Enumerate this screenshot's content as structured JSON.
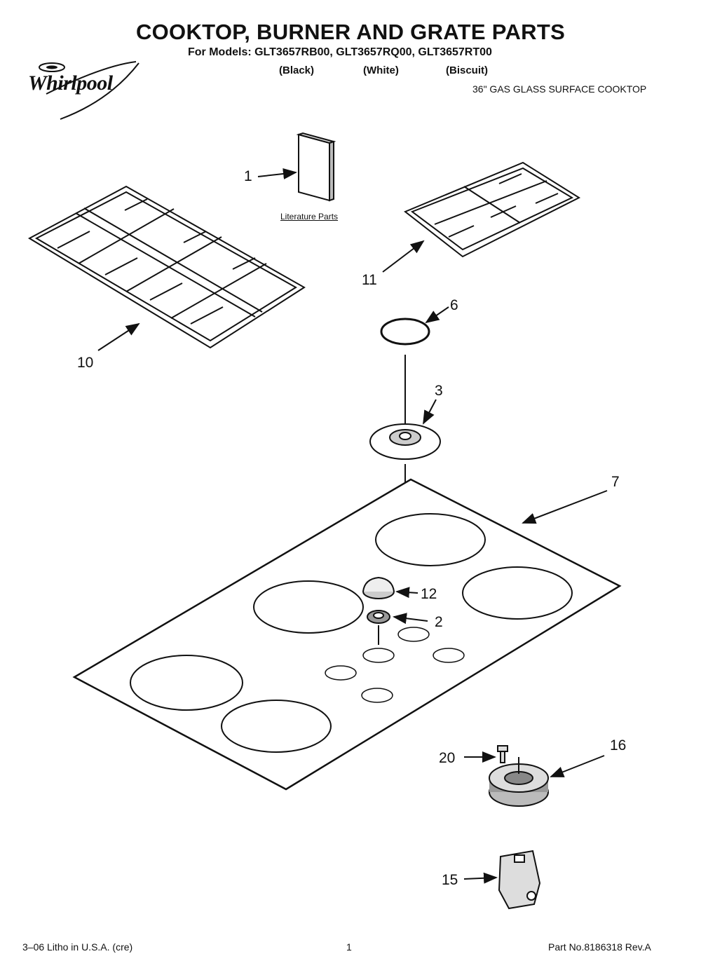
{
  "header": {
    "title": "COOKTOP, BURNER AND GRATE PARTS",
    "models": "For Models: GLT3657RB00, GLT3657RQ00, GLT3657RT00",
    "colors": [
      "(Black)",
      "(White)",
      "(Biscuit)"
    ],
    "subtitle": "36\" GAS GLASS SURFACE COOKTOP",
    "brand": "Whirlpool"
  },
  "diagram": {
    "literature_label": "Literature Parts",
    "callouts": {
      "c1": "1",
      "c2": "2",
      "c3": "3",
      "c6": "6",
      "c7": "7",
      "c10": "10",
      "c11": "11",
      "c12": "12",
      "c15": "15",
      "c16": "16",
      "c20": "20"
    }
  },
  "footer": {
    "left": "3–06 Litho in U.S.A. (cre)",
    "center": "1",
    "right": "Part No.8186318 Rev.A"
  }
}
